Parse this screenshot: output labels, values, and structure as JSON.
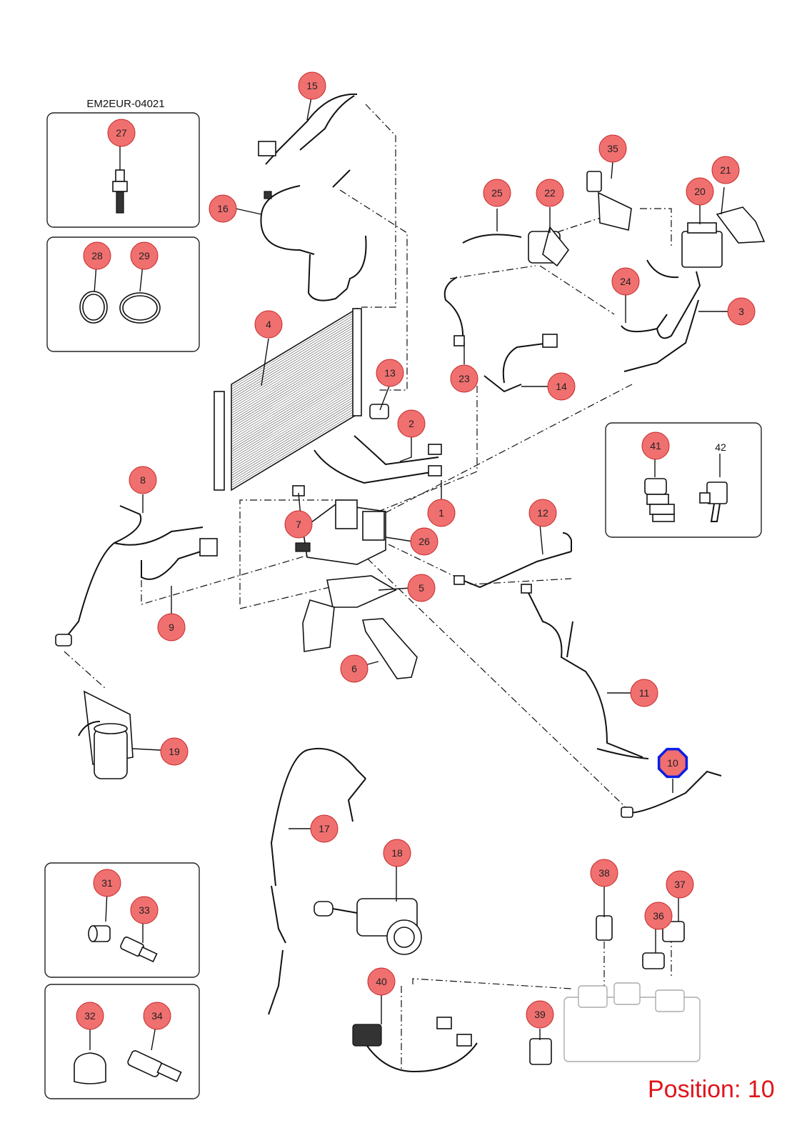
{
  "diagram": {
    "reference_code": "EM2EUR-04021",
    "position_label": "Position: 10",
    "highlight_color": "#0a1ee6",
    "callout_fill": "#f07070",
    "callout_stroke": "#c62828",
    "callouts": [
      "1",
      "2",
      "3",
      "4",
      "5",
      "6",
      "7",
      "8",
      "9",
      "10",
      "11",
      "12",
      "13",
      "14",
      "15",
      "16",
      "17",
      "18",
      "19",
      "20",
      "21",
      "22",
      "23",
      "24",
      "25",
      "26",
      "27",
      "28",
      "29",
      "31",
      "32",
      "33",
      "34",
      "35",
      "36",
      "37",
      "38",
      "39",
      "40",
      "41"
    ],
    "plain_labels": [
      "42"
    ],
    "highlighted": "10"
  }
}
